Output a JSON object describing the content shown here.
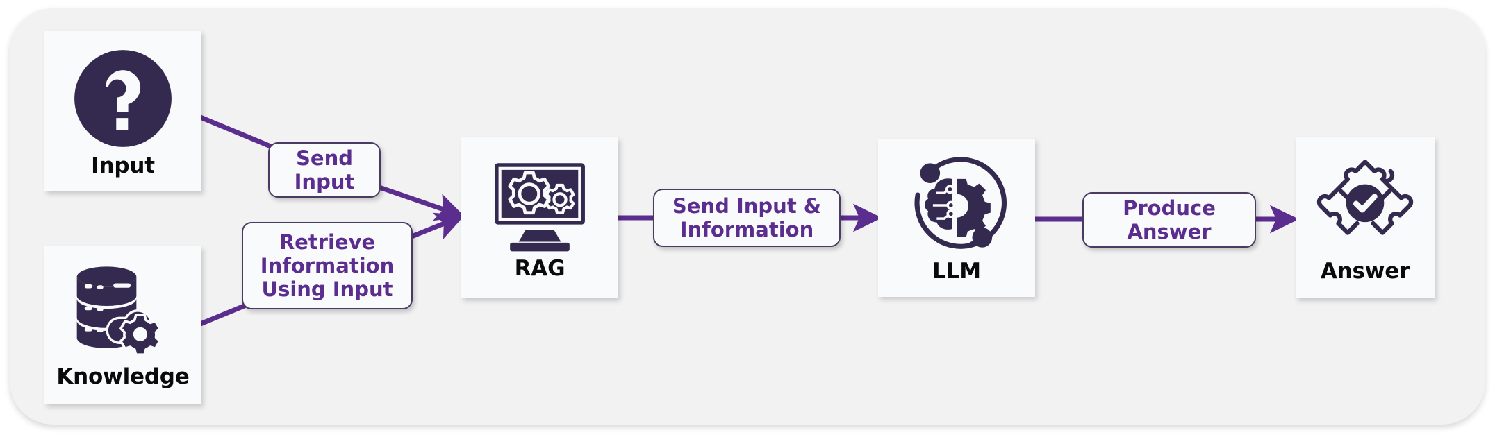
{
  "diagram": {
    "title": "RAG pipeline flow",
    "type": "flow-diagram",
    "colors": {
      "icon_dark": "#34294f",
      "label_purple": "#5b2d8e",
      "edge_purple": "#5b2d8e",
      "chip_border": "#4b3a63",
      "node_bg": "#f9fafc",
      "container_bg": "#f2f2f2",
      "page_bg": "#ffffff"
    },
    "nodes": [
      {
        "id": "input",
        "label": "Input",
        "icon": "question-mark-circle-icon"
      },
      {
        "id": "knowledge",
        "label": "Knowledge",
        "icon": "database-cloud-gear-icon"
      },
      {
        "id": "rag",
        "label": "RAG",
        "icon": "monitor-gears-icon"
      },
      {
        "id": "llm",
        "label": "LLM",
        "icon": "brain-gear-orbit-icon"
      },
      {
        "id": "answer",
        "label": "Answer",
        "icon": "puzzle-check-icon"
      }
    ],
    "edges": [
      {
        "id": "input-to-rag",
        "from": "input",
        "to": "rag",
        "label_lines": [
          "Send",
          "Input"
        ],
        "label_text": "Send Input",
        "arrowhead": true
      },
      {
        "id": "knowledge-to-rag",
        "from": "knowledge",
        "to": "rag",
        "label_lines": [
          "Retrieve",
          "Information",
          "Using Input"
        ],
        "label_text": "Retrieve Information Using Input",
        "arrowhead": true
      },
      {
        "id": "rag-to-llm",
        "from": "rag",
        "to": "llm",
        "label_lines": [
          "Send Input &",
          "Information"
        ],
        "label_text": "Send Input & Information",
        "arrowhead": true
      },
      {
        "id": "llm-to-answer",
        "from": "llm",
        "to": "answer",
        "label_lines": [
          "Produce",
          "Answer"
        ],
        "label_text": "Produce Answer",
        "arrowhead": true
      }
    ]
  }
}
